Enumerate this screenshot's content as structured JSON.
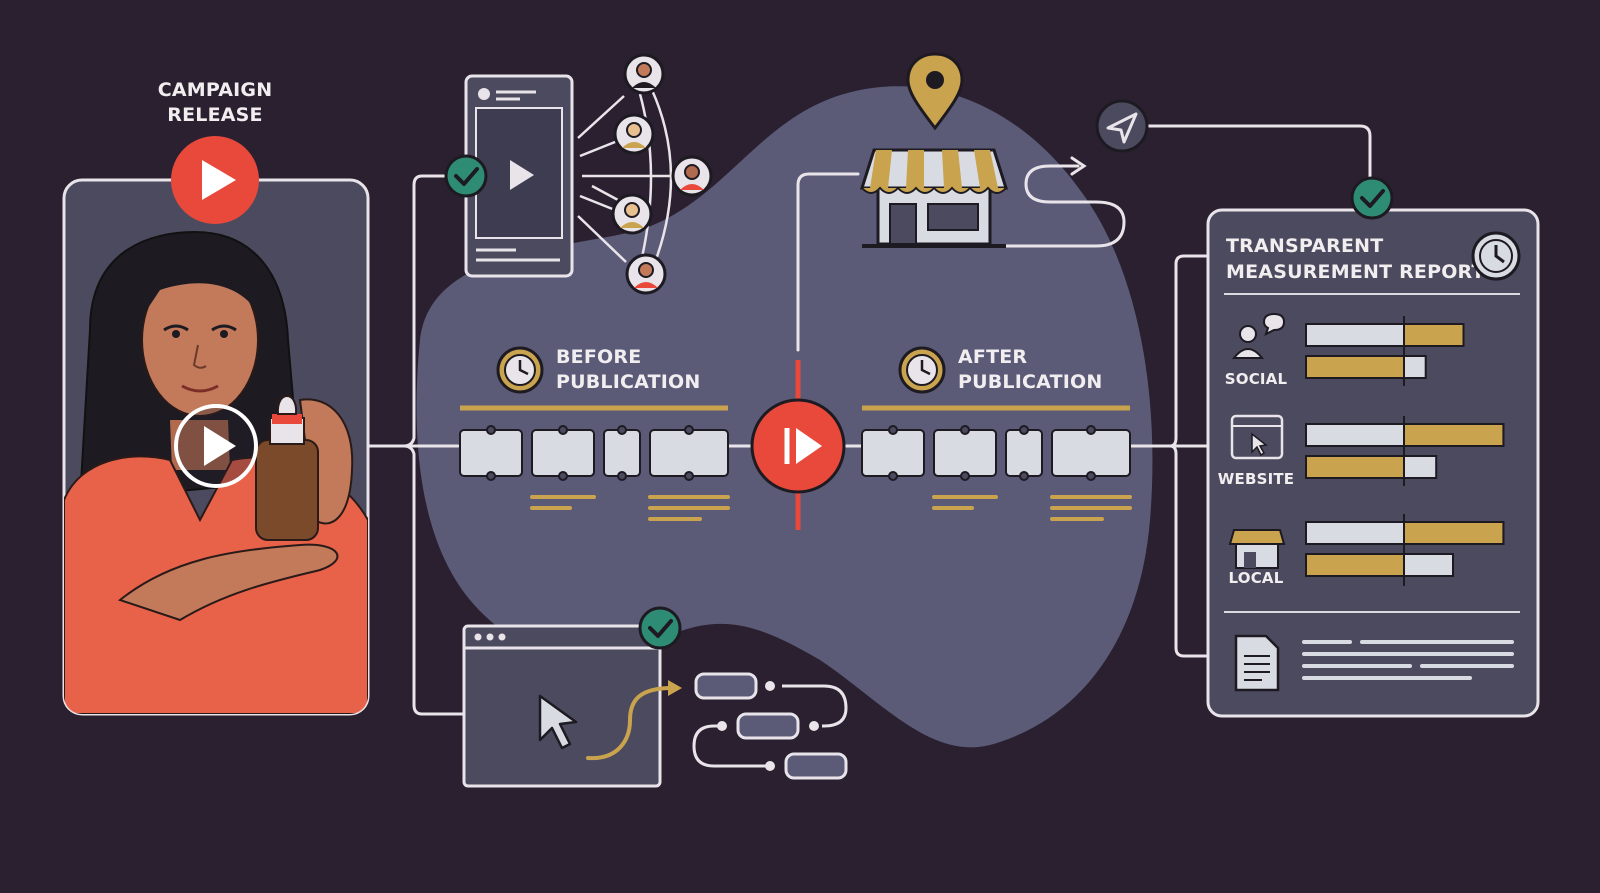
{
  "labels": {
    "campaign_release_line1": "CAMPAIGN",
    "campaign_release_line2": "RELEASE",
    "before_line1": "BEFORE",
    "before_line2": "PUBLICATION",
    "after_line1": "AFTER",
    "after_line2": "PUBLICATION",
    "report_line1": "TRANSPARENT",
    "report_line2": "MEASUREMENT REPORT",
    "social": "SOCIAL",
    "website": "WEBSITE",
    "local": "LOCAL"
  },
  "report_bars": {
    "social": [
      0.75,
      0.57
    ],
    "website": [
      0.94,
      0.62
    ],
    "local": [
      0.94,
      0.7
    ]
  },
  "colors": {
    "background": "#2a2030",
    "blob": "#5b5b78",
    "panel": "#4c4a5e",
    "line": "#e8e4ea",
    "accent_red": "#e8493a",
    "accent_gold": "#c9a34d",
    "check_green": "#2e8b74",
    "bar_light": "#d9dbe3"
  },
  "icons": [
    "play-icon",
    "check-icon",
    "clock-icon",
    "location-pin-icon",
    "storefront-icon",
    "navigation-arrow-icon",
    "person-icon",
    "chat-bubble-icon",
    "browser-cursor-icon",
    "document-icon",
    "cursor-arrow-icon"
  ]
}
